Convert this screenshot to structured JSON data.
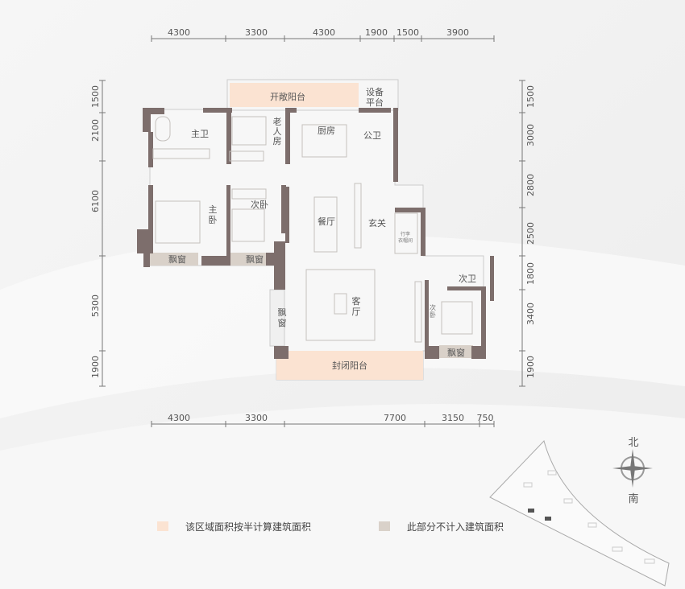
{
  "dimensions": {
    "top": [
      "4300",
      "3300",
      "4300",
      "1900",
      "1500",
      "3900"
    ],
    "bottom": [
      "4300",
      "3300",
      "7700",
      "3150",
      "750"
    ],
    "left": [
      "1500",
      "2100",
      "6100",
      "5300",
      "1900"
    ],
    "right": [
      "1500",
      "3000",
      "2800",
      "2500",
      "1800",
      "3400",
      "1900"
    ]
  },
  "rooms": {
    "open_balcony": "开敞阳台",
    "equipment_platform": [
      "设备",
      "平台"
    ],
    "master_bath": "主卫",
    "elder_room": [
      "老",
      "人",
      "房"
    ],
    "kitchen": "厨房",
    "public_bath": "公卫",
    "master_bedroom": [
      "主",
      "卧"
    ],
    "second_bedroom_1": "次卧",
    "dining": "餐厅",
    "foyer": "玄关",
    "luggage_closet": [
      "行李",
      "衣帽间"
    ],
    "bay_window_1": "飘窗",
    "bay_window_2": "飘窗",
    "bay_window_3": [
      "飘",
      "窗"
    ],
    "living_room": [
      "客",
      "厅"
    ],
    "second_bath": "次卫",
    "second_bedroom_2": [
      "次",
      "卧"
    ],
    "bay_window_4": "飘窗",
    "enclosed_balcony": "封闭阳台"
  },
  "compass": {
    "north": "北",
    "south": "南"
  },
  "legend": [
    {
      "label": "该区域面积按半计算建筑面积",
      "color": "#fbe3d2"
    },
    {
      "label": "此部分不计入建筑面积",
      "color": "#d9d1c9"
    }
  ],
  "colors": {
    "wall": "#7d6e6c",
    "half_area": "#fbe3d2",
    "excluded_area": "#d9d1c9"
  }
}
